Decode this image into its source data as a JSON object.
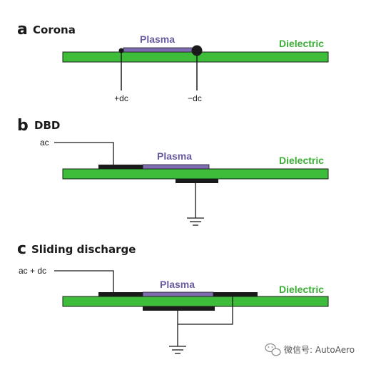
{
  "colors": {
    "dielectric": "#3dbd3a",
    "dielectric_stroke": "#1e1e1e",
    "plasma": "#7f6cb0",
    "electrode": "#1a1a1a",
    "plasma_text": "#6a5a9e",
    "dielectric_text": "#3aae35"
  },
  "panels": [
    {
      "letter": "a",
      "title": "Corona",
      "plasma_label": "Plasma",
      "dielectric_label": "Dielectric",
      "wire_labels": [
        "+dc",
        "−dc"
      ]
    },
    {
      "letter": "b",
      "title": "DBD",
      "plasma_label": "Plasma",
      "dielectric_label": "Dielectric",
      "wire_labels": [
        "ac"
      ]
    },
    {
      "letter": "c",
      "title": "Sliding discharge",
      "plasma_label": "Plasma",
      "dielectric_label": "Dielectric",
      "wire_labels": [
        "ac + dc"
      ]
    }
  ],
  "watermark": {
    "icon": "wechat-icon",
    "text": "微信号: AutoAero"
  }
}
